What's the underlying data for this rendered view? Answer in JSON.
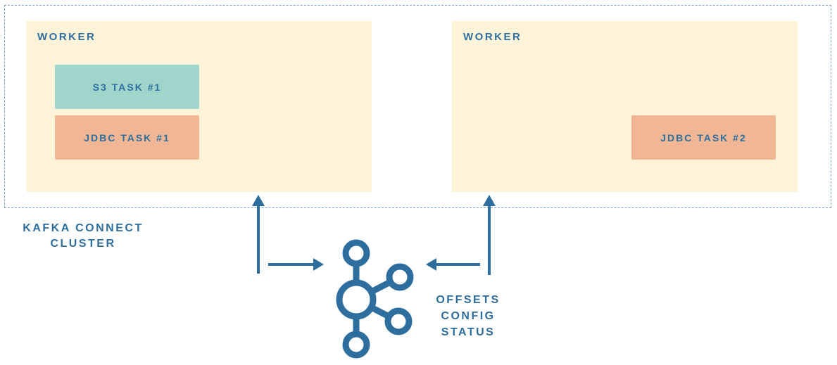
{
  "cluster": {
    "label_line1": "KAFKA CONNECT",
    "label_line2": "CLUSTER"
  },
  "workers": [
    {
      "label": "WORKER",
      "tasks": [
        {
          "label": "S3 TASK #1",
          "color": "#a0d5cc"
        },
        {
          "label": "JDBC TASK #1",
          "color": "#f1b795"
        }
      ]
    },
    {
      "label": "WORKER",
      "tasks": [
        {
          "label": "JDBC TASK #2",
          "color": "#f1b795"
        }
      ]
    }
  ],
  "kafka": {
    "icon": "kafka-logo-icon",
    "lines": [
      "OFFSETS",
      "CONFIG",
      "STATUS"
    ]
  },
  "colors": {
    "primary": "#2e6e9e",
    "worker_bg": "#fcf3d8",
    "s3_task": "#a0d5cc",
    "jdbc_task": "#f1b795",
    "cluster_border": "#7d9cc4"
  }
}
